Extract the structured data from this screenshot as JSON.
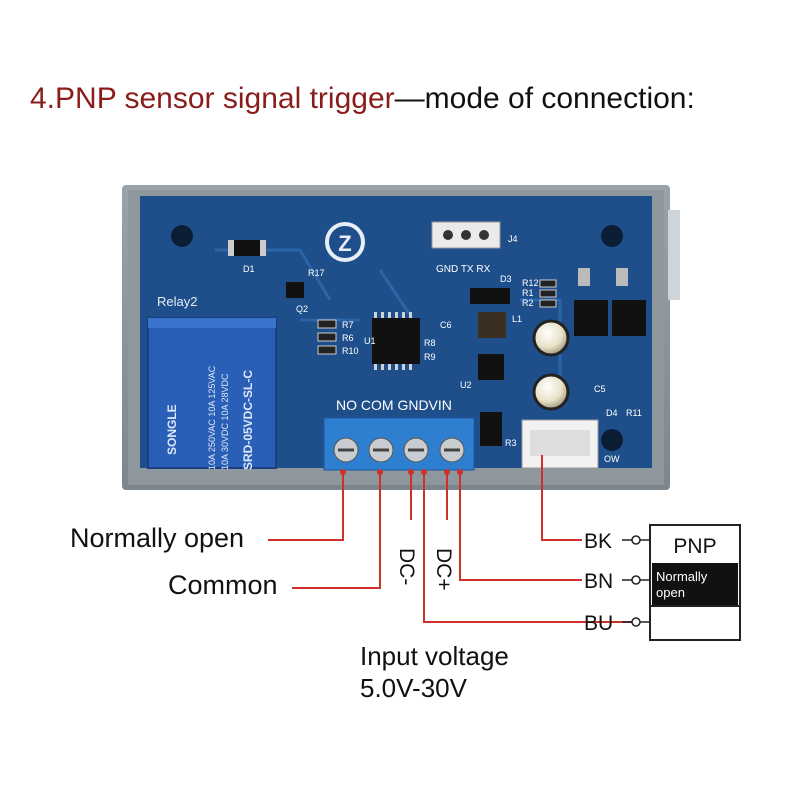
{
  "title": {
    "part1": "4.PNP sensor signal trigger",
    "part2": "mode of connection:"
  },
  "board": {
    "relay_label": "Relay2",
    "relay_model": "SRD-05VDC-SL-C",
    "relay_brand": "SONGLE",
    "relay_rating1": "10A 250VAC  10A 125VAC",
    "relay_rating2": "10A 30VDC   10A 28VDC",
    "header_label": "GND TX RX",
    "header_id": "J4",
    "terminal_label": "NO COM GNDVIN",
    "component_labels": [
      "D1",
      "R17",
      "Q2",
      "R7",
      "R6",
      "R10",
      "U1",
      "C6",
      "R8",
      "R9",
      "D3",
      "R12",
      "R1",
      "R2",
      "L1",
      "U2",
      "C5",
      "D4",
      "R11",
      "R3",
      "OW"
    ]
  },
  "wiring": {
    "normally_open": "Normally open",
    "common": "Common",
    "dc_minus": "DC-",
    "dc_plus": "DC+"
  },
  "sensor": {
    "name": "PNP",
    "wires": [
      "BK",
      "BN",
      "BU"
    ],
    "output_line1": "Normally",
    "output_line2": "open"
  },
  "input_voltage": {
    "line1": "Input voltage",
    "line2": "5.0V-30V"
  },
  "colors": {
    "title_red": "#8a1c1c",
    "wire_red": "#d0302a",
    "pcb_blue": "#1f4f8a",
    "relay_blue": "#2a5fb8",
    "terminal_blue": "#2f7fd0"
  }
}
